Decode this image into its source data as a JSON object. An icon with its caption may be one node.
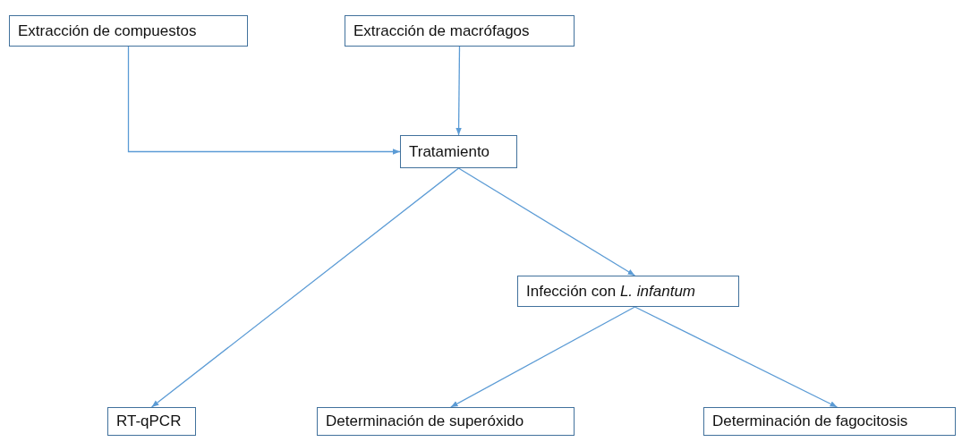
{
  "diagram": {
    "nodes": [
      {
        "text": [
          "Extracción de compuestos"
        ]
      },
      {
        "text": [
          "Extracción de macrófagos"
        ]
      },
      {
        "text": [
          "Tratamiento"
        ]
      },
      {
        "text": [
          "Infección con *L. infantum*"
        ]
      },
      {
        "text": [
          "RT-qPCR"
        ]
      },
      {
        "text": [
          "Determinación de superóxido"
        ]
      },
      {
        "text": [
          "Determinación de fagocitosis"
        ]
      }
    ],
    "edges": [
      {
        "from": 0,
        "to": 2,
        "arrow": "to"
      },
      {
        "from": 1,
        "to": 2,
        "arrow": "to"
      },
      {
        "from": 2,
        "to": 4,
        "arrow": "to"
      },
      {
        "from": 2,
        "to": 3,
        "arrow": "to"
      },
      {
        "from": 3,
        "to": 5,
        "arrow": "to"
      },
      {
        "from": 3,
        "to": 6,
        "arrow": "to"
      }
    ]
  }
}
